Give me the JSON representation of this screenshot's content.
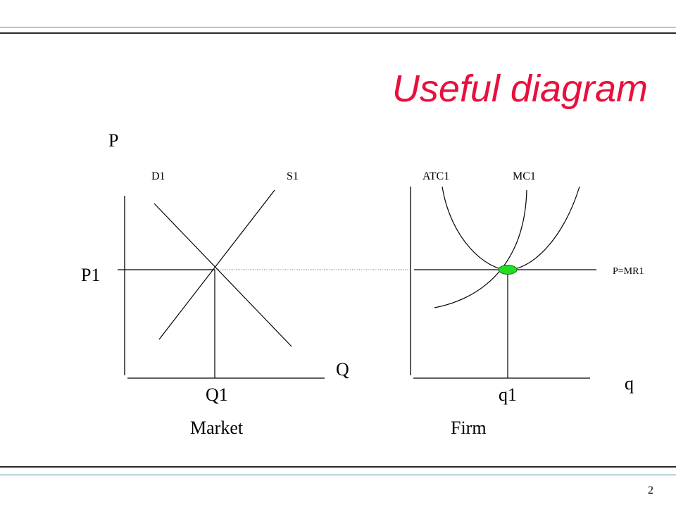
{
  "slide": {
    "title": "Useful diagram",
    "page_number": "2",
    "title_color": "#e8103c",
    "rule_color": "#3a8f9a"
  },
  "market": {
    "y_axis_label": "P",
    "x_axis_label": "Q",
    "price_label": "P1",
    "quantity_label": "Q1",
    "demand_label": "D1",
    "supply_label": "S1",
    "caption": "Market"
  },
  "firm": {
    "x_axis_label": "q",
    "quantity_label": "q1",
    "atc_label": "ATC1",
    "mc_label": "MC1",
    "price_line_label": "P=MR1",
    "caption": "Firm",
    "equilibrium_marker_color": "#22dd22"
  }
}
